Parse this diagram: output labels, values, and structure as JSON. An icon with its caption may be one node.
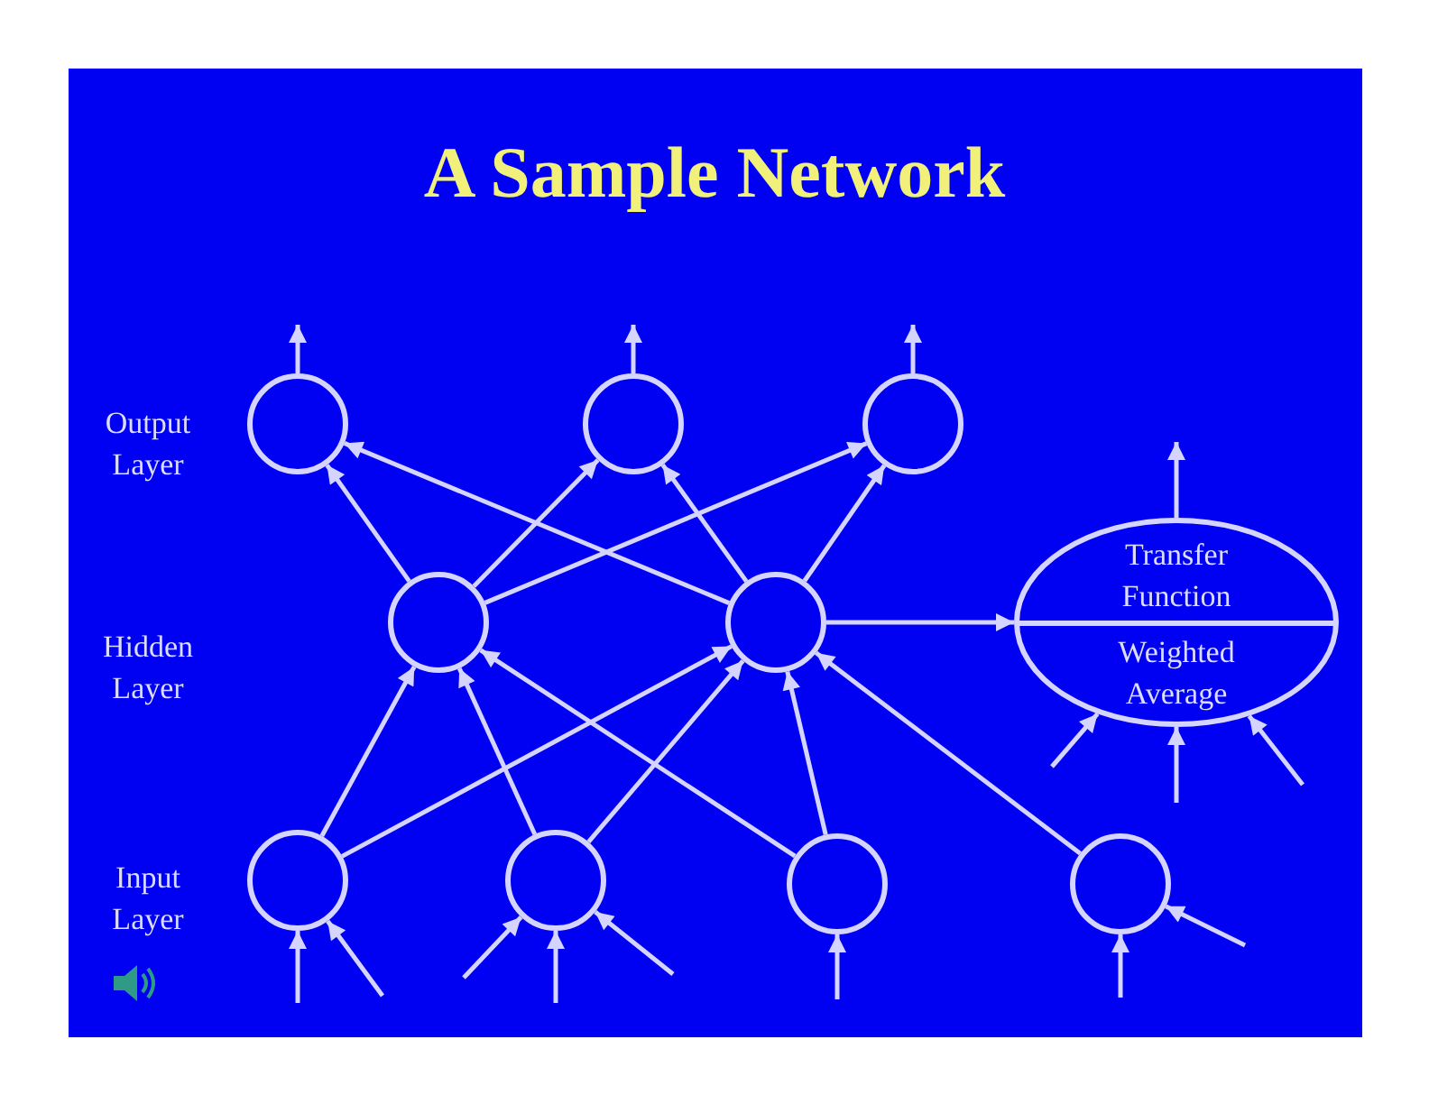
{
  "diagram": {
    "title": "A Sample Network",
    "nodes": [
      {
        "text": [],
        "shape": "circle"
      },
      {
        "text": [],
        "shape": "circle"
      },
      {
        "text": [],
        "shape": "circle"
      },
      {
        "text": [],
        "shape": "circle"
      },
      {
        "text": [],
        "shape": "circle"
      },
      {
        "text": [
          "Transfer Function",
          "Weighted Average"
        ]
      },
      {
        "text": [],
        "shape": "circle"
      },
      {
        "text": [],
        "shape": "circle"
      },
      {
        "text": [],
        "shape": "circle"
      },
      {
        "text": [],
        "shape": "circle"
      }
    ],
    "edges": [
      {
        "from": 0,
        "to": null,
        "arrow": "to"
      },
      {
        "from": 1,
        "to": null,
        "arrow": "to"
      },
      {
        "from": 2,
        "to": null,
        "arrow": "to"
      },
      {
        "from": 5,
        "to": null,
        "arrow": "to"
      },
      {
        "from": 3,
        "to": 0,
        "arrow": "to"
      },
      {
        "from": 4,
        "to": 0,
        "arrow": "to"
      },
      {
        "from": 3,
        "to": 1,
        "arrow": "to"
      },
      {
        "from": 4,
        "to": 1,
        "arrow": "to"
      },
      {
        "from": 3,
        "to": 2,
        "arrow": "to"
      },
      {
        "from": 4,
        "to": 2,
        "arrow": "to"
      },
      {
        "from": 4,
        "to": 5,
        "arrow": "to"
      },
      {
        "from": null,
        "to": 5,
        "arrow": "to"
      },
      {
        "from": null,
        "to": 5,
        "arrow": "to"
      },
      {
        "from": null,
        "to": 5,
        "arrow": "to"
      },
      {
        "from": 6,
        "to": 3,
        "arrow": "to"
      },
      {
        "from": 7,
        "to": 3,
        "arrow": "to"
      },
      {
        "from": 8,
        "to": 3,
        "arrow": "to"
      },
      {
        "from": 6,
        "to": 4,
        "arrow": "to"
      },
      {
        "from": 7,
        "to": 4,
        "arrow": "to"
      },
      {
        "from": 8,
        "to": 4,
        "arrow": "to"
      },
      {
        "from": 9,
        "to": 4,
        "arrow": "to"
      },
      {
        "from": null,
        "to": 6,
        "arrow": "to"
      },
      {
        "from": null,
        "to": 6,
        "arrow": "to"
      },
      {
        "from": null,
        "to": 7,
        "arrow": "to"
      },
      {
        "from": null,
        "to": 7,
        "arrow": "to"
      },
      {
        "from": null,
        "to": 7,
        "arrow": "to"
      },
      {
        "from": null,
        "to": 8,
        "arrow": "to"
      },
      {
        "from": null,
        "to": 9,
        "arrow": "to"
      },
      {
        "from": null,
        "to": 9,
        "arrow": "to"
      }
    ],
    "labels": [
      "Output Layer",
      "Hidden Layer",
      "Input Layer"
    ]
  }
}
